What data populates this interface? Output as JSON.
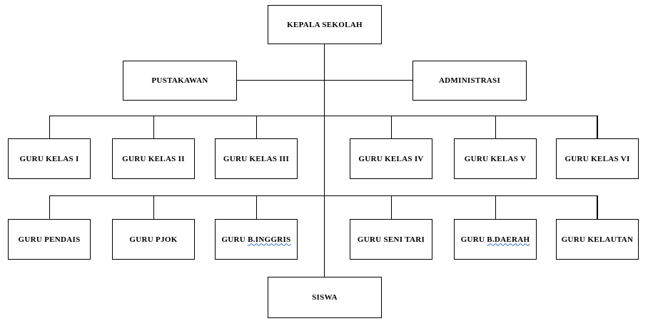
{
  "diagram": {
    "type": "org-chart",
    "root": {
      "label": "KEPALA SEKOLAH"
    },
    "staff": [
      {
        "label": "PUSTAKAWAN"
      },
      {
        "label": "ADMINISTRASI"
      }
    ],
    "class_teachers": [
      {
        "label": "GURU KELAS I"
      },
      {
        "label": "GURU KELAS II"
      },
      {
        "label": "GURU KELAS III"
      },
      {
        "label": "GURU KELAS IV"
      },
      {
        "label": "GURU KELAS V"
      },
      {
        "label": "GURU KELAS VI"
      }
    ],
    "subject_teachers": [
      {
        "label": "GURU PENDAIS"
      },
      {
        "label": "GURU PJOK"
      },
      {
        "label": "GURU ",
        "flagged": "B.INGGRIS"
      },
      {
        "label": "GURU SENI TARI"
      },
      {
        "label": "GURU ",
        "flagged": "B.DAERAH"
      },
      {
        "label": "GURU KELAUTAN"
      }
    ],
    "students": {
      "label": "SISWA"
    },
    "colors": {
      "border": "#000000",
      "background": "#ffffff",
      "text": "#000000",
      "spellcheck_underline": "#3a6bc9"
    }
  }
}
